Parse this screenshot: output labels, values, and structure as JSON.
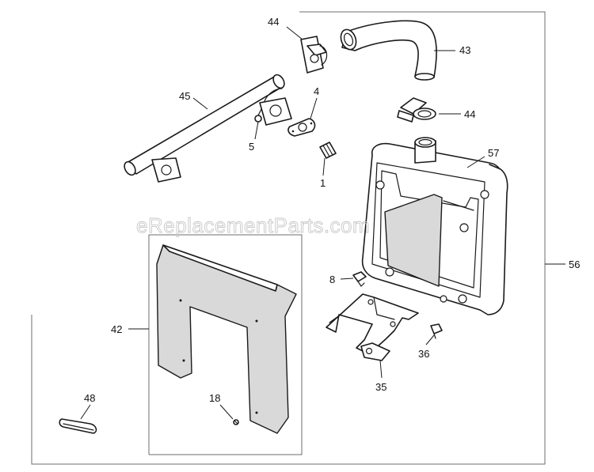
{
  "watermark": "eReplacementParts.com",
  "callouts": {
    "c44a": "44",
    "c43": "43",
    "c45": "45",
    "c4": "4",
    "c44b": "44",
    "c5": "5",
    "c57": "57",
    "c1": "1",
    "c56": "56",
    "c8": "8",
    "c42": "42",
    "c36": "36",
    "c35": "35",
    "c48": "48",
    "c18": "18"
  }
}
